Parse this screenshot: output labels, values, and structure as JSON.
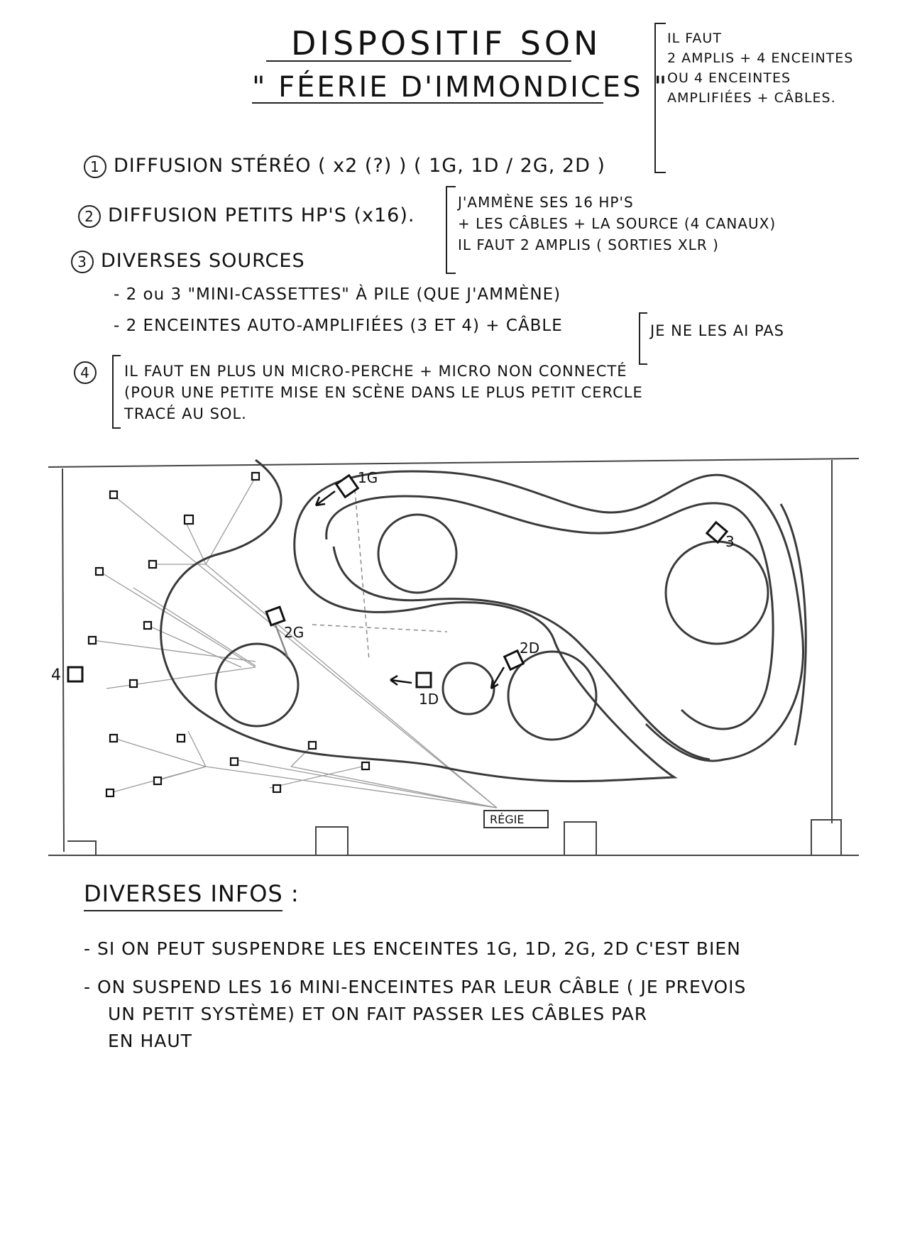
{
  "title": {
    "line1": "DISPOSITIF SON",
    "line2": "\" FÉERIE D'IMMONDICES \""
  },
  "requirement_note": {
    "lines": [
      "IL FAUT",
      "2 AMPLIS + 4 ENCEINTES",
      "OU 4 ENCEINTES",
      "AMPLIFIÉES + CÂBLES."
    ]
  },
  "items": {
    "item1": {
      "num": "1",
      "text": "DIFFUSION STÉRÉO ( x2 (?) )  ( 1G, 1D / 2G, 2D )"
    },
    "item2": {
      "num": "2",
      "text": "DIFFUSION PETITS HP'S (x16)."
    },
    "item2_note": {
      "lines": [
        "J'AMMÈNE SES 16 HP'S",
        "+ LES CÂBLES + LA SOURCE (4 CANAUX)",
        "IL FAUT 2 AMPLIS ( SORTIES XLR )"
      ]
    },
    "item3": {
      "num": "3",
      "text": "DIVERSES SOURCES",
      "sub1": "- 2 ou 3 \"MINI-CASSETTES\" À PILE (QUE J'AMMÈNE)",
      "sub2": "- 2 ENCEINTES AUTO-AMPLIFIÉES  (3 ET 4) + CÂBLE",
      "sub2_note": "JE NE LES AI PAS"
    },
    "item4": {
      "num": "4",
      "lines": [
        "IL FAUT EN PLUS UN MICRO-PERCHE + MICRO NON CONNECTÉ",
        "(POUR UNE PETITE MISE EN SCÈNE DANS LE PLUS PETIT CERCLE",
        "TRACÉ AU SOL."
      ]
    }
  },
  "plan": {
    "labels": {
      "l1g": "1G",
      "l2g": "2G",
      "l1d": "1D",
      "l2d": "2D",
      "l3": "3",
      "l4": "4",
      "regie": "RÉGIE"
    }
  },
  "infos": {
    "title": "DIVERSES INFOS :",
    "line1": "- SI ON PEUT SUSPENDRE LES ENCEINTES 1G, 1D, 2G, 2D C'EST BIEN",
    "line2a": "- ON SUSPEND LES 16 MINI-ENCEINTES PAR LEUR CÂBLE ( JE PREVOIS",
    "line2b": "UN PETIT SYSTÈME) ET ON FAIT PASSER LES CÂBLES PAR",
    "line2c": "EN HAUT"
  },
  "colors": {
    "ink": "#111111",
    "pencil": "#9a9a9a",
    "paper": "#ffffff"
  }
}
